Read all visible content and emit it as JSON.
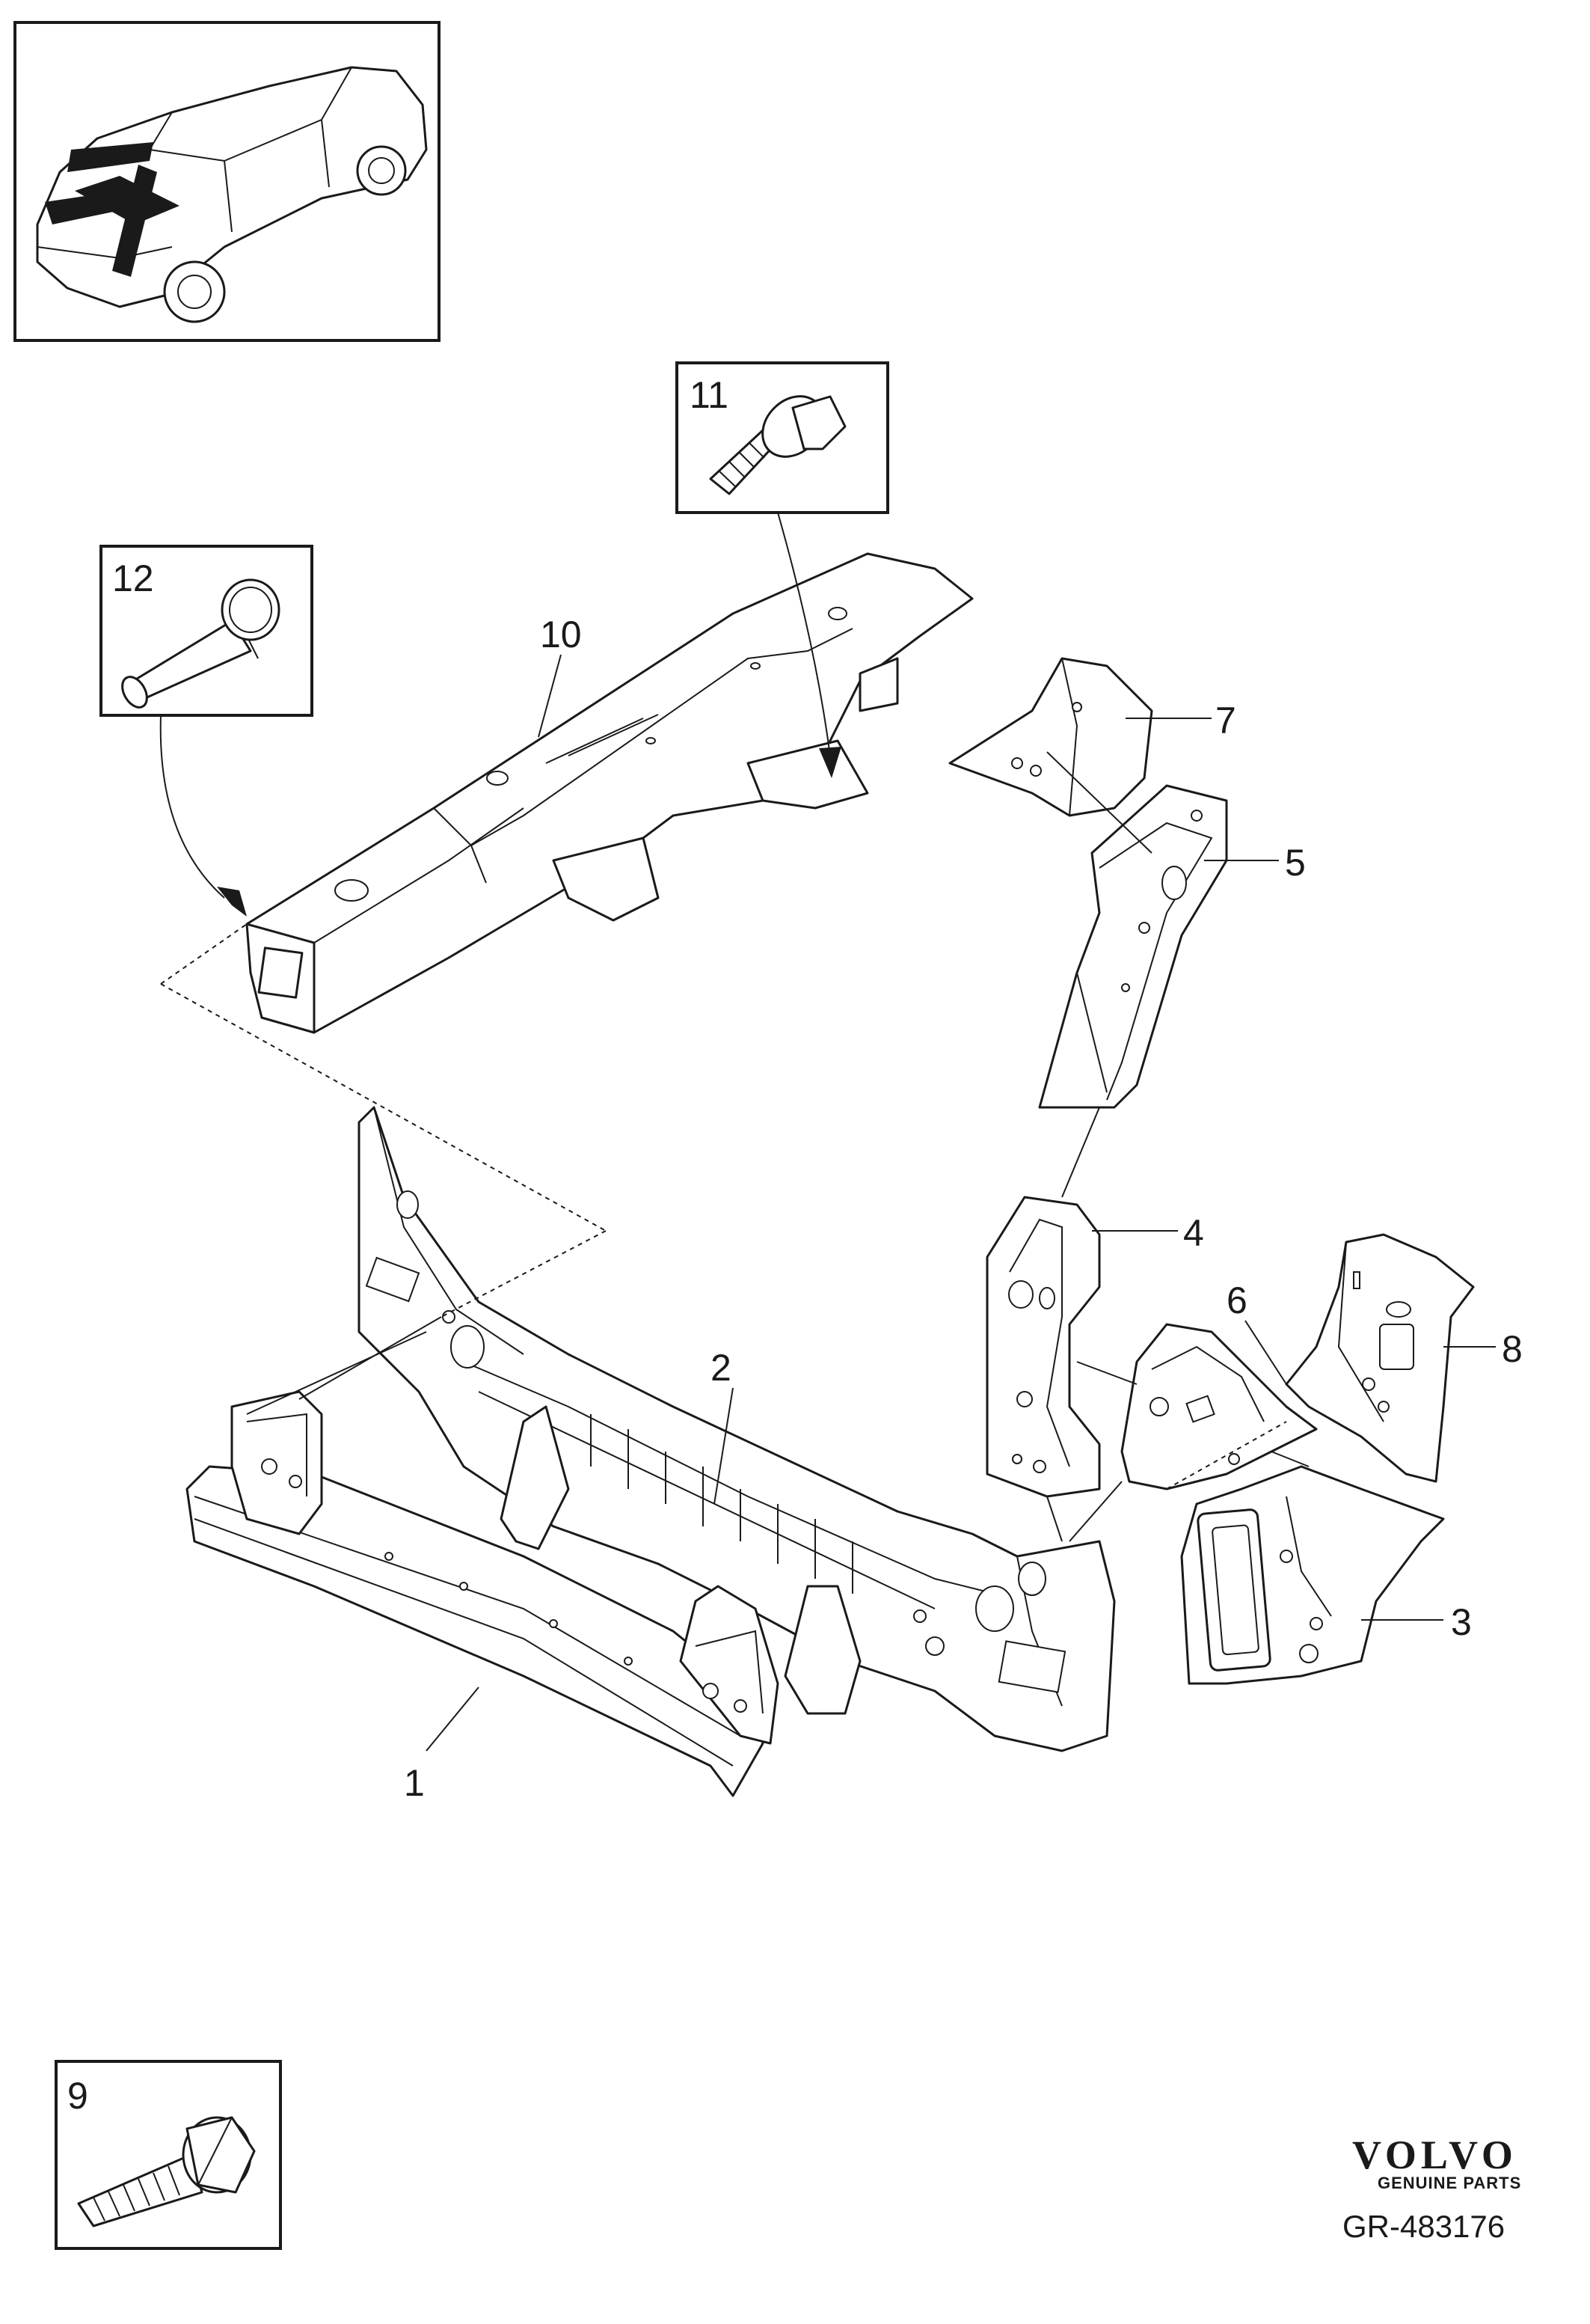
{
  "callouts": {
    "c1": "1",
    "c2": "2",
    "c3": "3",
    "c4": "4",
    "c5": "5",
    "c6": "6",
    "c7": "7",
    "c8": "8",
    "c9": "9",
    "c10": "10",
    "c11": "11",
    "c12": "12"
  },
  "brand": {
    "logo": "VOLVO",
    "tagline": "GENUINE PARTS"
  },
  "reference": "GR-483176",
  "icons": {
    "vehicle": "vehicle-location-icon",
    "bolt": "flange-bolt-icon",
    "stud": "threaded-stud-icon"
  }
}
